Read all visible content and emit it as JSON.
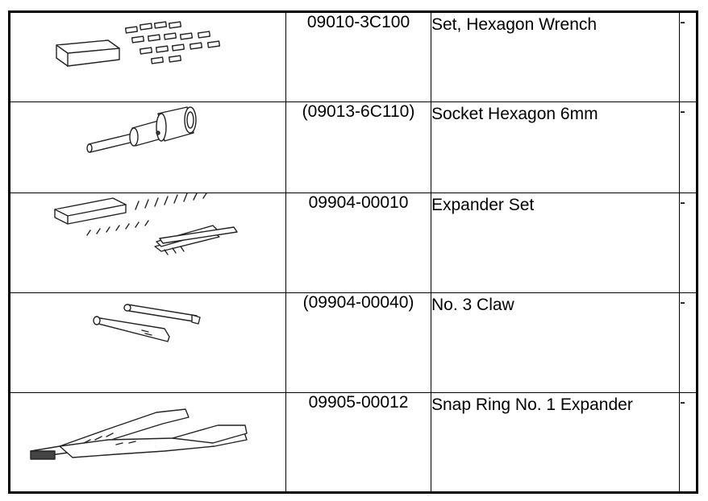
{
  "rows": [
    {
      "code": "09010-3C100",
      "name": "Set, Hexagon Wrench",
      "remark": "-",
      "illustration": "hexagon-wrench-set"
    },
    {
      "code": "(09013-6C110)",
      "name": "Socket Hexagon 6mm",
      "remark": "-",
      "illustration": "socket-hexagon"
    },
    {
      "code": "09904-00010",
      "name": "Expander Set",
      "remark": "-",
      "illustration": "expander-set"
    },
    {
      "code": "(09904-00040)",
      "name": "No. 3 Claw",
      "remark": "-",
      "illustration": "claw"
    },
    {
      "code": "09905-00012",
      "name": "Snap Ring No. 1 Expander",
      "remark": "-",
      "illustration": "snap-ring-expander"
    }
  ]
}
